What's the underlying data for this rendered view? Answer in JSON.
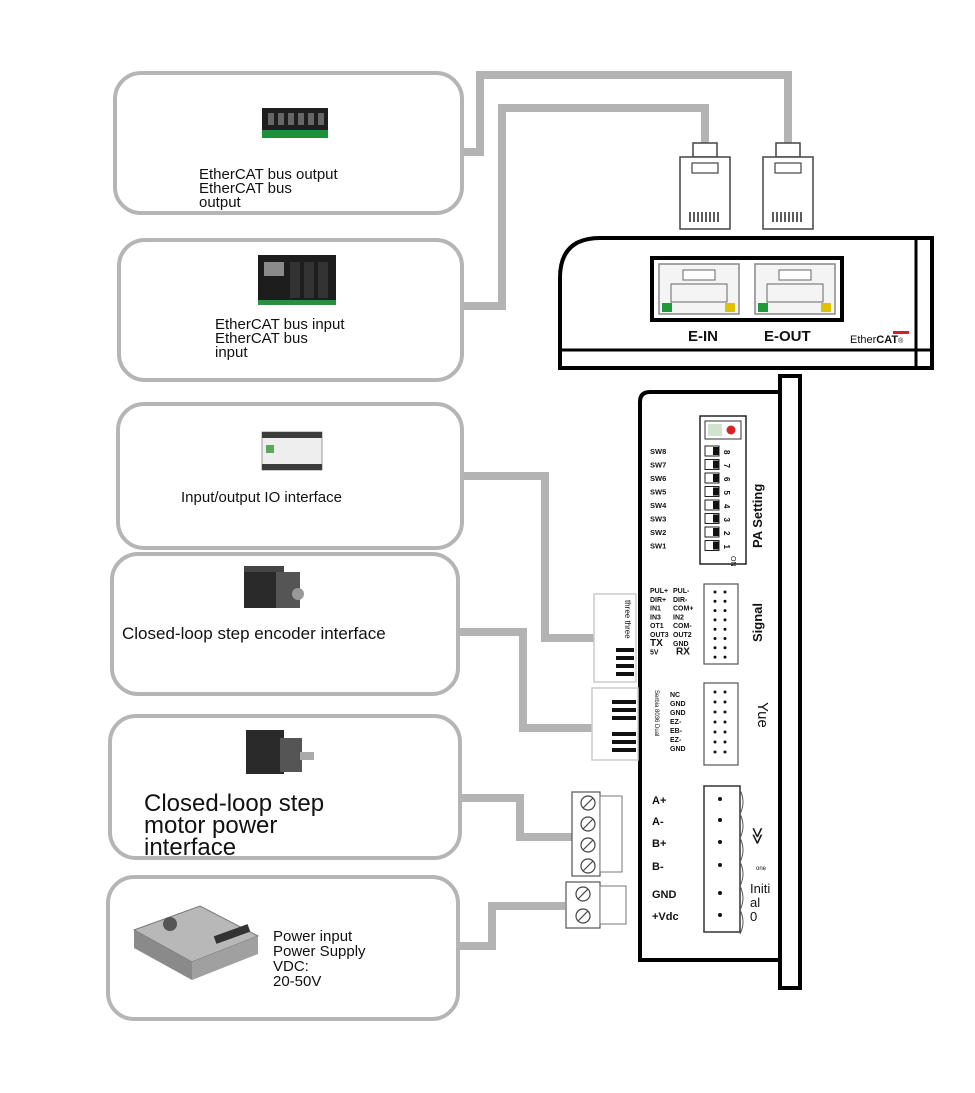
{
  "boxes": {
    "bus_output": {
      "lines": [
        "EtherCAT bus output",
        "EtherCAT bus",
        "output"
      ]
    },
    "bus_input": {
      "lines": [
        "EtherCAT bus input",
        "EtherCAT bus",
        "input"
      ]
    },
    "io": {
      "lines": [
        "Input/output IO interface"
      ]
    },
    "encoder": {
      "lines": [
        "Closed-loop step encoder interface"
      ]
    },
    "motor_power": {
      "lines": [
        "Closed-loop step",
        "motor power",
        "interface"
      ]
    },
    "power": {
      "lines": [
        "Power input",
        "Power Supply",
        "VDC:",
        "20-50V"
      ]
    }
  },
  "ethercat": {
    "port_in": "E-IN",
    "port_out": "E-OUT",
    "logo_text": "Ether",
    "logo_bold": "CAT",
    "logo_mark": "®"
  },
  "driver": {
    "switches": [
      "SW8",
      "SW7",
      "SW6",
      "SW5",
      "SW4",
      "SW3",
      "SW2",
      "SW1"
    ],
    "dip_numbers": [
      "8",
      "7",
      "6",
      "5",
      "4",
      "3",
      "2",
      "1"
    ],
    "dip_on": "ON",
    "pa_setting": "PA Setting",
    "signal_label": "Signal",
    "signal_left": [
      "PUL+",
      "DIR+",
      "IN1",
      "IN3",
      "OT1",
      "OUT3",
      "TX",
      "5V"
    ],
    "signal_right": [
      "PUL-",
      "DIR-",
      "COM+",
      "IN2",
      "COM-",
      "OUT2",
      "GND",
      "RX"
    ],
    "side_text_1": "three three",
    "encoder_side": "Serbia 8036 Dual",
    "encoder_pins": [
      "NC",
      "GND",
      "GND",
      "EZ-",
      "EB-",
      "EZ-",
      "GND"
    ],
    "yue_label": "Yue",
    "power_pins": [
      "A+",
      "A-",
      "B+",
      "B-",
      "GND",
      "+Vdc"
    ],
    "power_symbol": "≫",
    "one_text": "one",
    "initial_lines": [
      "Initi",
      "al",
      "0"
    ]
  }
}
